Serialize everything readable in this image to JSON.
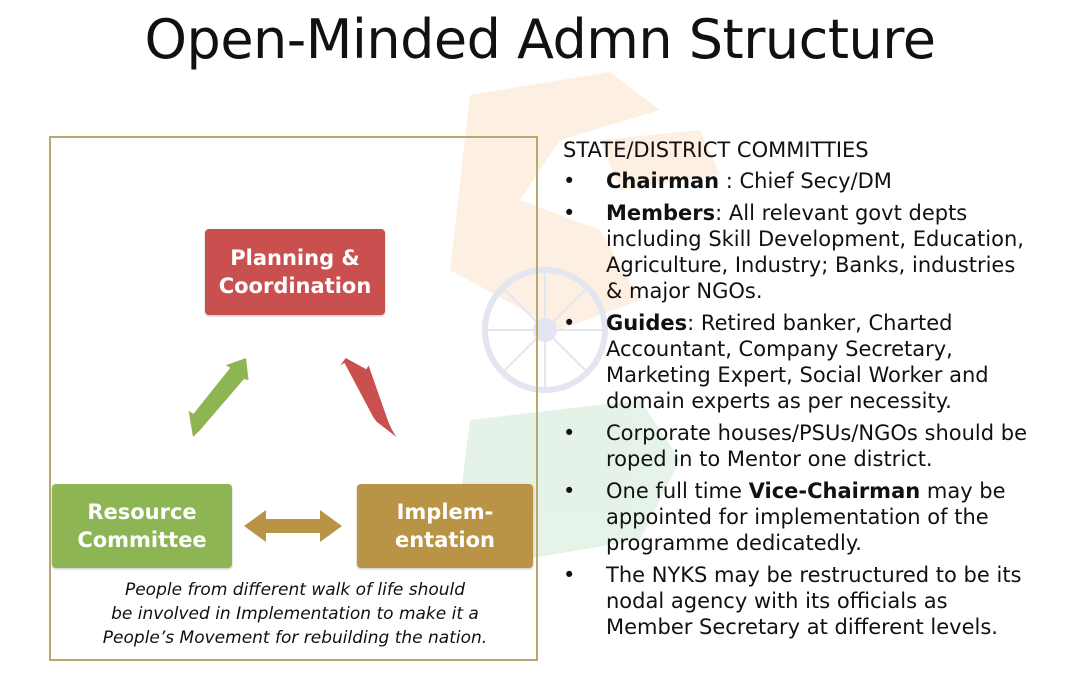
{
  "title": "Open-Minded Admn Structure",
  "diagram": {
    "nodes": {
      "planning": [
        "Planning &",
        "Coordination"
      ],
      "resource": [
        "Resource",
        "Committee"
      ],
      "implementation": [
        "Implem-",
        "entation"
      ]
    },
    "caption": [
      "People from different walk of life should",
      "be involved in Implementation to make it a",
      "People’s Movement for rebuilding the nation."
    ]
  },
  "committees": {
    "heading": "STATE/DISTRICT COMMITTIES",
    "bullet_glyph": "•",
    "items": [
      {
        "label": "Chairman",
        "text": " : Chief Secy/DM"
      },
      {
        "label": "Members",
        "text": ": All relevant  govt depts including Skill Development, Education, Agriculture, Industry; Banks, industries & major NGOs."
      },
      {
        "label": "Guides",
        "text": ":  Retired banker, Charted Accountant,  Company Secretary, Marketing Expert, Social Worker and domain experts as per necessity."
      },
      {
        "label": "",
        "text": "Corporate houses/PSUs/NGOs should be roped in to Mentor one district."
      },
      {
        "pre": "One full time ",
        "label": "Vice-Chairman",
        "text": " may be appointed for implementation of the programme dedicatedly."
      },
      {
        "label": "",
        "text": "The NYKS may be  restructured to be its nodal agency  with its officials as Member Secretary at different levels."
      }
    ]
  },
  "colors": {
    "planning": "#c9504f",
    "resource": "#8db553",
    "implementation": "#ba9446",
    "arrow_red": "#c9504f",
    "arrow_green": "#8db553",
    "arrow_tan": "#ba9446",
    "frame_border": "#b7a872"
  }
}
